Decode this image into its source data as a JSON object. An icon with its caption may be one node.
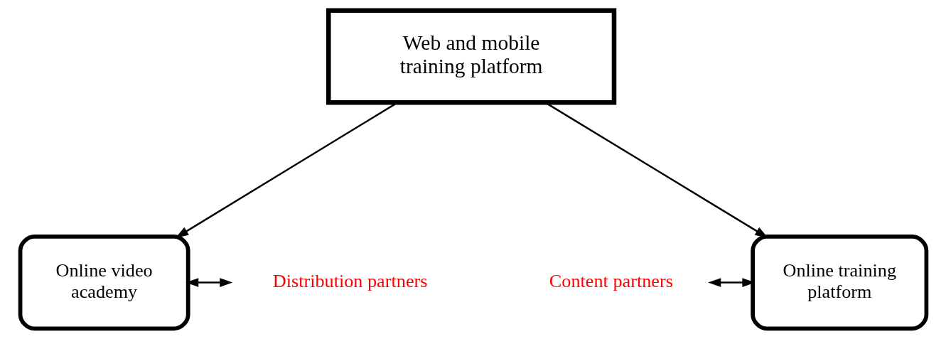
{
  "diagram": {
    "nodes": [
      {
        "text": [
          "Web and mobile training platform"
        ]
      },
      {
        "text": [
          "Online training platform"
        ]
      },
      {
        "text": [
          "Online video academy"
        ]
      },
      {
        "text": [
          "Content partners"
        ]
      },
      {
        "text": [
          "Distribution partners"
        ]
      }
    ],
    "edges": [
      {
        "from": 0,
        "to": 1,
        "arrow": "to"
      },
      {
        "from": 0,
        "to": 2,
        "arrow": "to"
      },
      {
        "from": 3,
        "to": 1,
        "arrow": "both"
      },
      {
        "from": 2,
        "to": 4,
        "arrow": "both"
      }
    ]
  }
}
